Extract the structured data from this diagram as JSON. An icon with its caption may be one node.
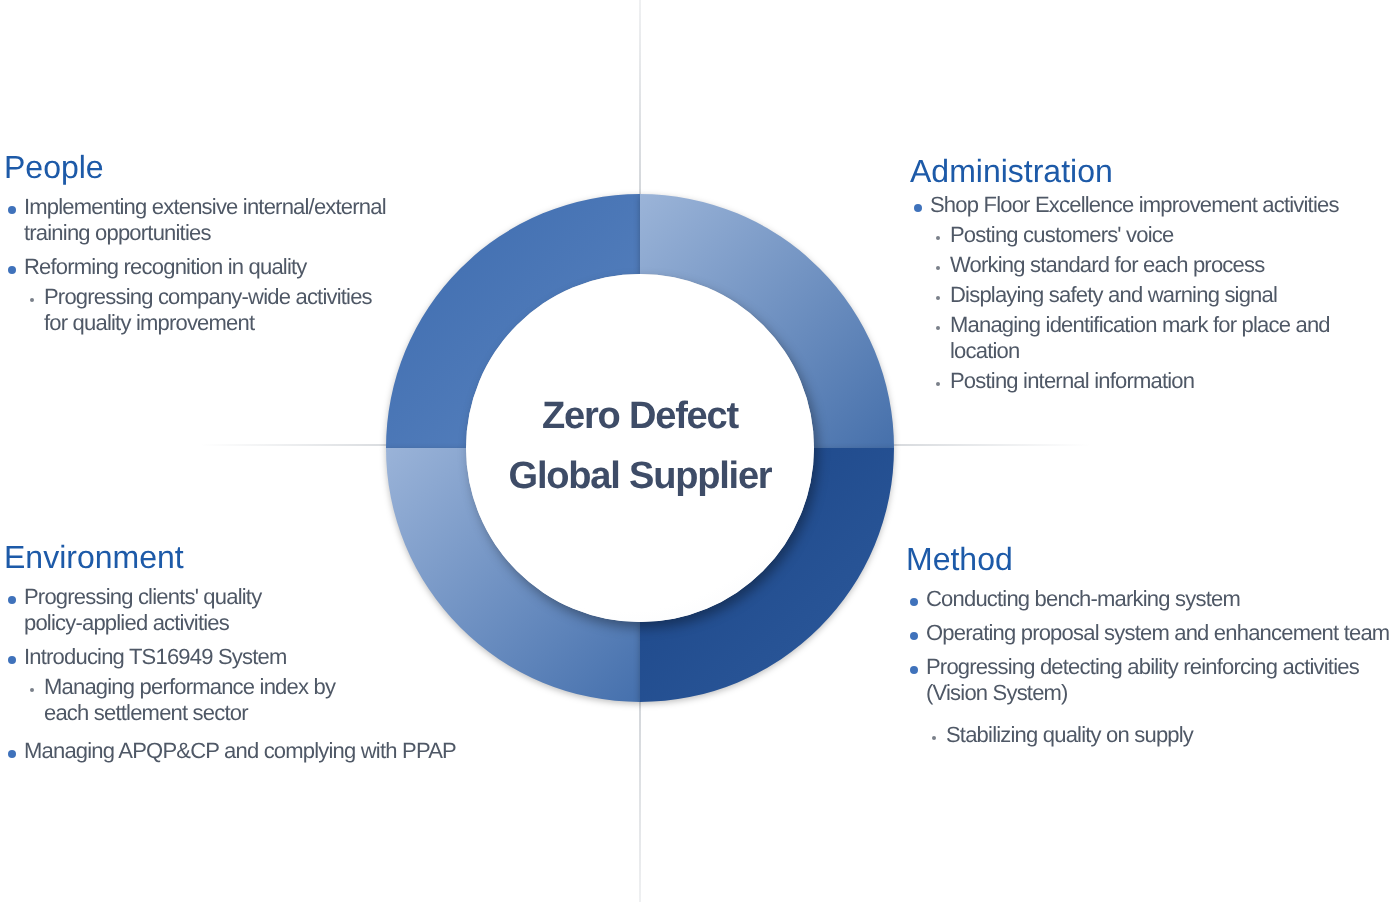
{
  "diagram": {
    "nodes": [
      {
        "text": [
          "Zero Defect Global Supplier"
        ]
      },
      {
        "text": [],
        "shape": "arc",
        "beside": [
          "People",
          "Implementing extensive internal/external training opportunities",
          "Reforming recognition in quality",
          "Progressing company-wide activities for quality improvement"
        ]
      },
      {
        "text": [],
        "shape": "arc",
        "beside": [
          "Administration",
          "Shop Floor Excellence improvement activities",
          "Posting customers' voice",
          "Working standard for each process",
          "Displaying safety and warning signal",
          "Managing identification mark for place and location",
          "Posting internal information"
        ]
      },
      {
        "text": [],
        "shape": "arc",
        "beside": [
          "Environment",
          "Progressing clients' quality policy-applied activities",
          "Introducing TS16949 System",
          "Managing performance index by each settlement sector",
          "Managing APQP&CP and complying with PPAP"
        ]
      },
      {
        "text": [],
        "shape": "arc",
        "beside": [
          "Method",
          "Conducting bench-marking system",
          "Operating proposal system and enhancement team",
          "Progressing detecting ability reinforcing activities (Vision System)",
          "Stabilizing quality on supply"
        ]
      }
    ]
  }
}
